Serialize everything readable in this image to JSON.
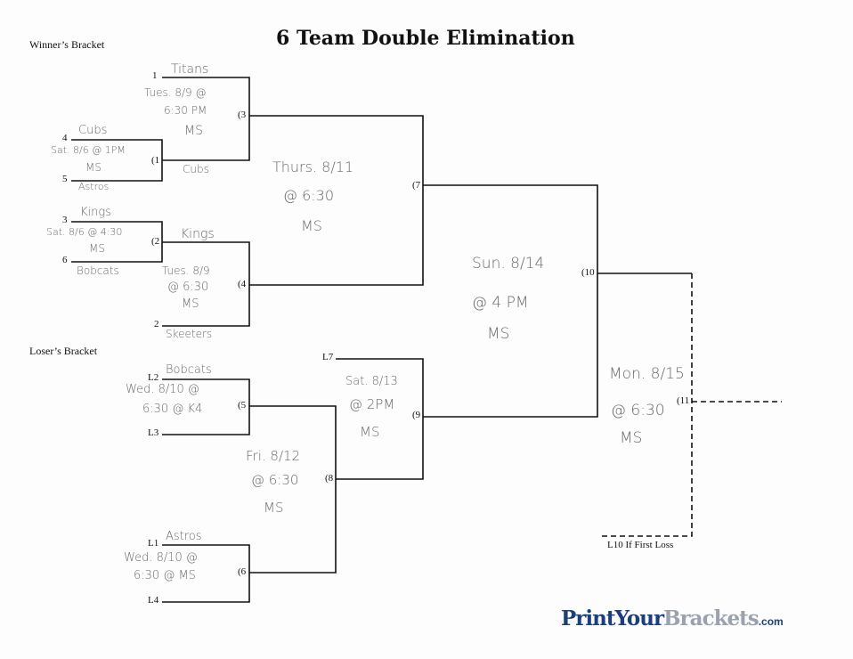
{
  "title": "6 Team Double Elimination",
  "winners_label": "Winner’s Bracket",
  "losers_label": "Loser’s Bracket",
  "seeds": {
    "s1": "1",
    "s4": "4",
    "s5": "5",
    "s3": "3",
    "s6": "6",
    "s2": "2",
    "l2": "L2",
    "l3": "L3",
    "l1": "L1",
    "l4": "L4",
    "l7": "L7"
  },
  "games": {
    "g1": "(1",
    "g2": "(2",
    "g3": "(3",
    "g4": "(4",
    "g5": "(5",
    "g6": "(6",
    "g7": "(7",
    "g8": "(8",
    "g9": "(9",
    "g10": "(10",
    "g11": "(11"
  },
  "if_loss_note": "L10 If First Loss",
  "teams": {
    "titans": "Titans",
    "cubs_seed": "Cubs",
    "astros_seed": "Astros",
    "kings_seed": "Kings",
    "bobcats_seed": "Bobcats",
    "cubs_win": "Cubs",
    "kings_win": "Kings",
    "skeeters": "Skeeters",
    "bobcats_l": "Bobcats",
    "astros_l": "Astros"
  },
  "schedule": {
    "g1": [
      "Sat. 8/6 @ 1PM",
      "MS"
    ],
    "g2": [
      "Sat. 8/6 @ 4:30",
      "MS"
    ],
    "g3": [
      "Tues. 8/9 @",
      "6:30 PM",
      "MS"
    ],
    "g4": [
      "Tues. 8/9",
      "@ 6:30",
      "MS"
    ],
    "g5": [
      "Wed. 8/10 @",
      "6:30 @ K4"
    ],
    "g6": [
      "Wed. 8/10 @",
      "6:30 @ MS"
    ],
    "g7": [
      "Thurs. 8/11",
      "@ 6:30",
      "MS"
    ],
    "g8": [
      "Fri. 8/12",
      "@ 6:30",
      "MS"
    ],
    "g9": [
      "Sat. 8/13",
      "@ 2PM",
      "MS"
    ],
    "g10": [
      "Sun. 8/14",
      "@ 4 PM",
      "MS"
    ],
    "g11": [
      "Mon. 8/15",
      "@ 6:30",
      "MS"
    ]
  },
  "logo": {
    "part1": "PrintYour",
    "part2": "Brackets",
    "part3": ".com"
  }
}
